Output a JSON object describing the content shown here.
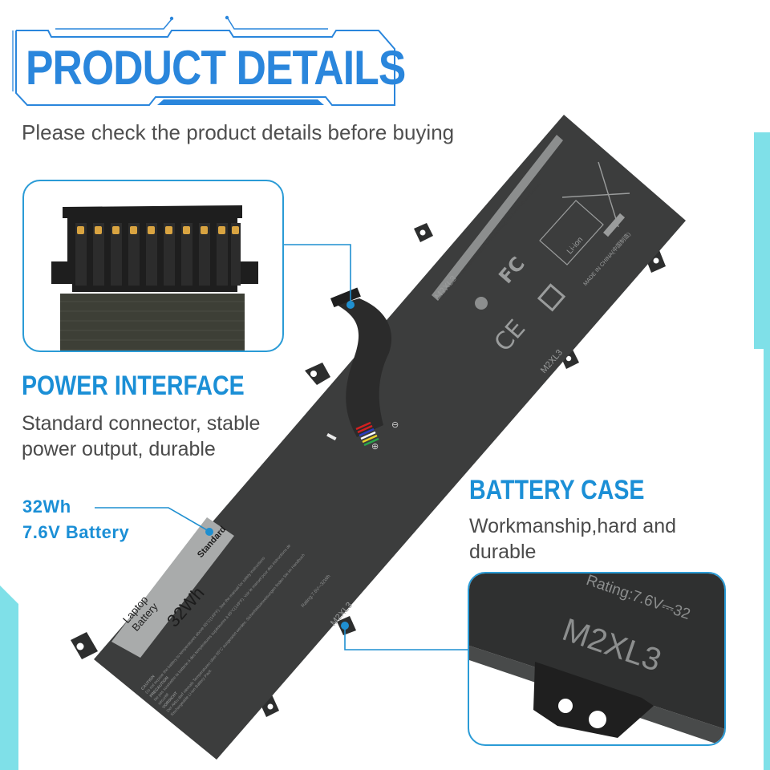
{
  "header": {
    "title": "PRODUCT DETAILS",
    "subtitle": "Please check the product details before buying"
  },
  "features": [
    {
      "heading": "POWER INTERFACE",
      "description_lines": [
        "Standard connector, stable",
        "power output, durable"
      ]
    },
    {
      "heading": "BATTERY CASE",
      "description_lines": [
        "Workmanship,hard and",
        "durable"
      ]
    }
  ],
  "spec_callout": {
    "capacity": "32Wh",
    "voltage": "7.6V Battery"
  },
  "battery_label": {
    "type_line_1": "Laptop",
    "type_line_2": "Battery",
    "capacity": "32Wh",
    "brand": "Standard",
    "sub": "Rechargeable Li-ion Battery",
    "model": "Model:0JV6J",
    "voltage": "7.6V",
    "model_code": "M2XL3",
    "rating": "Rating:7.6V⎓32Wh",
    "warning_strip": "Please Disconnect and Remove Battery Before Accessing The Rest Parts and Devices",
    "made_in": "MADE IN CHINA(中国制造)",
    "li_ion": "Li-ion",
    "caution_title": "CAUTION",
    "caution_text": "Do not expose the battery to temperatures above 65°C(149°F). See the manual for safety instructions",
    "precaution_title": "PRECAUTION",
    "precaution_text": "Ne pas soumettre la batterie à des températures supérieures à 65°C(149°F). Voir le manuel pour des instructions de sécurité",
    "vorsicht_title": "VORSICHT",
    "vorsicht_text": "Der Akku darf niemals Temperaturen über 65°C ausgesetzt werden. Sicherheitsanweisungen finden Sie im Handbuch",
    "pack": "Rechargeable Li-ion Battery Pack",
    "plus_symbol": "⊕",
    "minus_symbol": "⊖"
  },
  "closeup": {
    "rating_text": "Rating:7.6V⎓32",
    "model_code": "M2XL3"
  },
  "colors": {
    "accent_blue": "#1b8fd6",
    "title_blue": "#2a86dc",
    "cyan_bar": "#7fe0e8",
    "battery_body": "#3c3d3d",
    "label_gray": "#a9abab"
  }
}
